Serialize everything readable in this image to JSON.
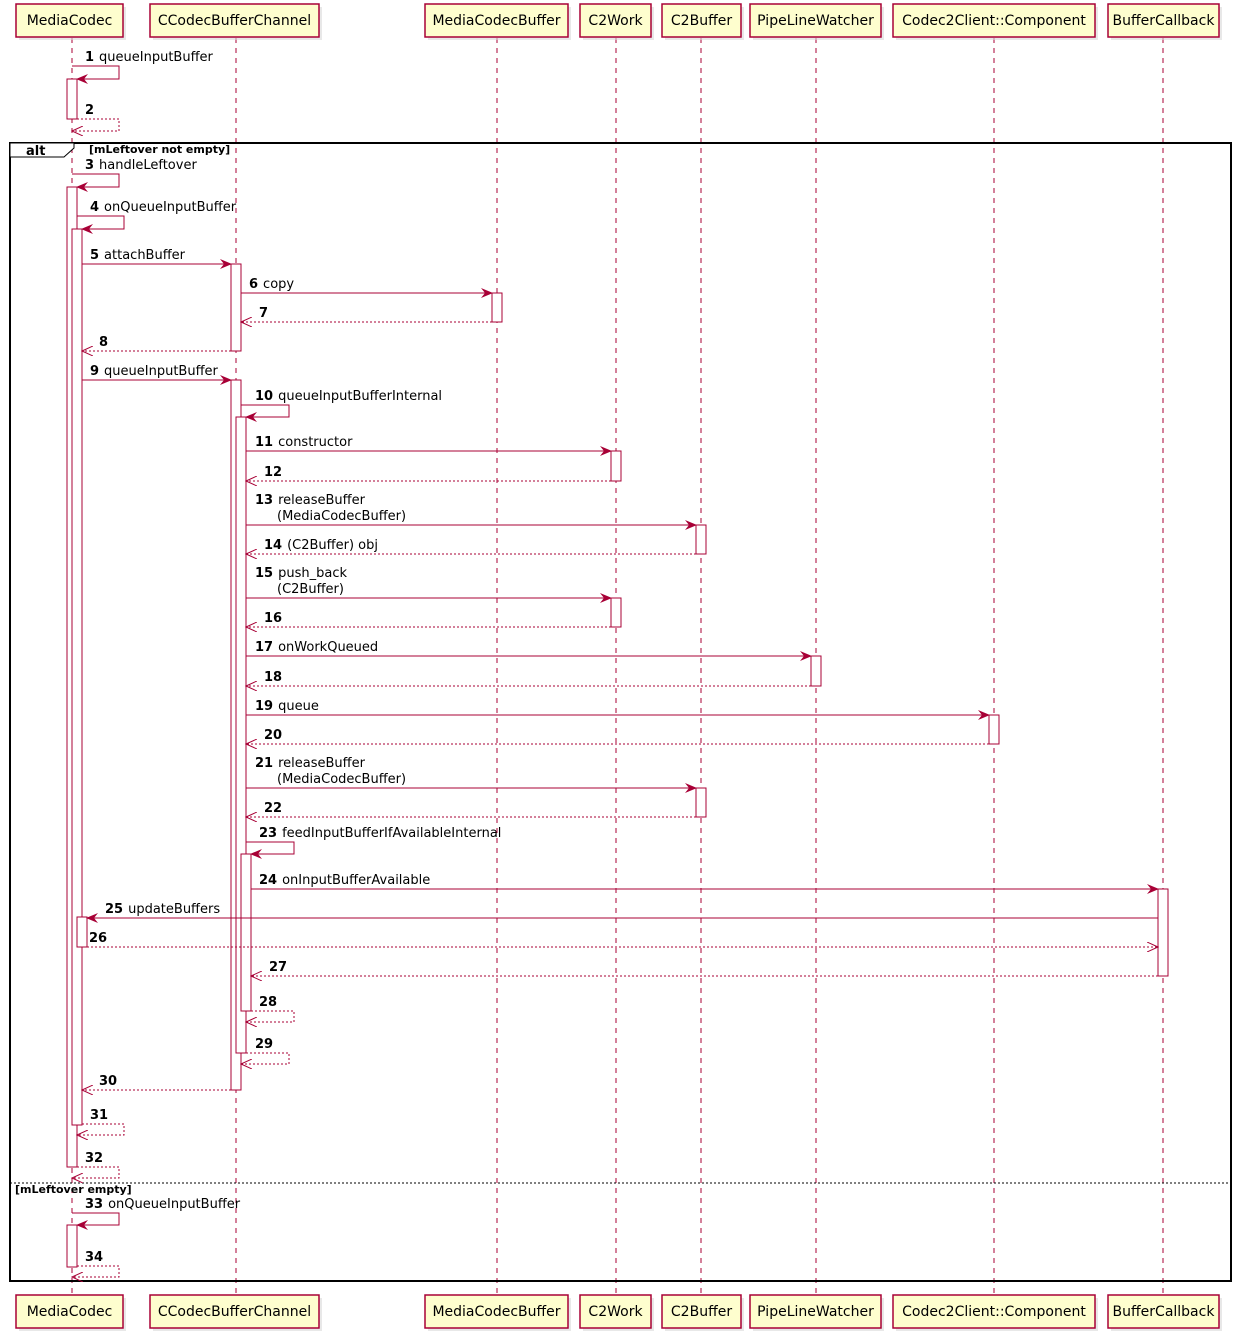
{
  "colors": {
    "participant_fill": "#FEFECE",
    "participant_border": "#A80036",
    "arrow": "#A80036",
    "activation_fill": "#FFFFFF"
  },
  "participants": [
    {
      "id": "mc",
      "label": "MediaCodec"
    },
    {
      "id": "cbc",
      "label": "CCodecBufferChannel"
    },
    {
      "id": "mcb",
      "label": "MediaCodecBuffer"
    },
    {
      "id": "c2w",
      "label": "C2Work"
    },
    {
      "id": "c2b",
      "label": "C2Buffer"
    },
    {
      "id": "plw",
      "label": "PipeLineWatcher"
    },
    {
      "id": "comp",
      "label": "Codec2Client::Component"
    },
    {
      "id": "bcb",
      "label": "BufferCallback"
    }
  ],
  "fragment": {
    "keyword": "alt",
    "guard1": "[mLeftover not empty]",
    "guard2": "[mLeftover empty]"
  },
  "messages": [
    {
      "num": "1",
      "label": "queueInputBuffer",
      "from": "mc",
      "to": "mc",
      "kind": "call"
    },
    {
      "num": "2",
      "label": "",
      "from": "mc",
      "to": "mc",
      "kind": "return"
    },
    {
      "num": "3",
      "label": "handleLeftover",
      "from": "mc",
      "to": "mc",
      "kind": "call"
    },
    {
      "num": "4",
      "label": "onQueueInputBuffer",
      "from": "mc",
      "to": "mc",
      "kind": "call"
    },
    {
      "num": "5",
      "label": "attachBuffer",
      "from": "mc",
      "to": "cbc",
      "kind": "call"
    },
    {
      "num": "6",
      "label": "copy",
      "from": "cbc",
      "to": "mcb",
      "kind": "call"
    },
    {
      "num": "7",
      "label": "",
      "from": "mcb",
      "to": "cbc",
      "kind": "return"
    },
    {
      "num": "8",
      "label": "",
      "from": "cbc",
      "to": "mc",
      "kind": "return"
    },
    {
      "num": "9",
      "label": "queueInputBuffer",
      "from": "mc",
      "to": "cbc",
      "kind": "call"
    },
    {
      "num": "10",
      "label": "queueInputBufferInternal",
      "from": "cbc",
      "to": "cbc",
      "kind": "call"
    },
    {
      "num": "11",
      "label": "constructor",
      "from": "cbc",
      "to": "c2w",
      "kind": "call"
    },
    {
      "num": "12",
      "label": "",
      "from": "c2w",
      "to": "cbc",
      "kind": "return"
    },
    {
      "num": "13",
      "label": "releaseBuffer",
      "label2": "(MediaCodecBuffer)",
      "from": "cbc",
      "to": "c2b",
      "kind": "call"
    },
    {
      "num": "14",
      "label": "(C2Buffer) obj",
      "from": "c2b",
      "to": "cbc",
      "kind": "return"
    },
    {
      "num": "15",
      "label": "push_back",
      "label2": "(C2Buffer)",
      "from": "cbc",
      "to": "c2w",
      "kind": "call"
    },
    {
      "num": "16",
      "label": "",
      "from": "c2w",
      "to": "cbc",
      "kind": "return"
    },
    {
      "num": "17",
      "label": "onWorkQueued",
      "from": "cbc",
      "to": "plw",
      "kind": "call"
    },
    {
      "num": "18",
      "label": "",
      "from": "plw",
      "to": "cbc",
      "kind": "return"
    },
    {
      "num": "19",
      "label": "queue",
      "from": "cbc",
      "to": "comp",
      "kind": "call"
    },
    {
      "num": "20",
      "label": "",
      "from": "comp",
      "to": "cbc",
      "kind": "return"
    },
    {
      "num": "21",
      "label": "releaseBuffer",
      "label2": "(MediaCodecBuffer)",
      "from": "cbc",
      "to": "c2b",
      "kind": "call"
    },
    {
      "num": "22",
      "label": "",
      "from": "c2b",
      "to": "cbc",
      "kind": "return"
    },
    {
      "num": "23",
      "label": "feedInputBufferIfAvailableInternal",
      "from": "cbc",
      "to": "cbc",
      "kind": "call"
    },
    {
      "num": "24",
      "label": "onInputBufferAvailable",
      "from": "cbc",
      "to": "bcb",
      "kind": "call"
    },
    {
      "num": "25",
      "label": "updateBuffers",
      "from": "bcb",
      "to": "mc",
      "kind": "call"
    },
    {
      "num": "26",
      "label": "",
      "from": "mc",
      "to": "bcb",
      "kind": "return"
    },
    {
      "num": "27",
      "label": "",
      "from": "bcb",
      "to": "cbc",
      "kind": "return"
    },
    {
      "num": "28",
      "label": "",
      "from": "cbc",
      "to": "cbc",
      "kind": "return"
    },
    {
      "num": "29",
      "label": "",
      "from": "cbc",
      "to": "cbc",
      "kind": "return"
    },
    {
      "num": "30",
      "label": "",
      "from": "cbc",
      "to": "mc",
      "kind": "return"
    },
    {
      "num": "31",
      "label": "",
      "from": "mc",
      "to": "mc",
      "kind": "return"
    },
    {
      "num": "32",
      "label": "",
      "from": "mc",
      "to": "mc",
      "kind": "return"
    },
    {
      "num": "33",
      "label": "onQueueInputBuffer",
      "from": "mc",
      "to": "mc",
      "kind": "call"
    },
    {
      "num": "34",
      "label": "",
      "from": "mc",
      "to": "mc",
      "kind": "return"
    }
  ]
}
